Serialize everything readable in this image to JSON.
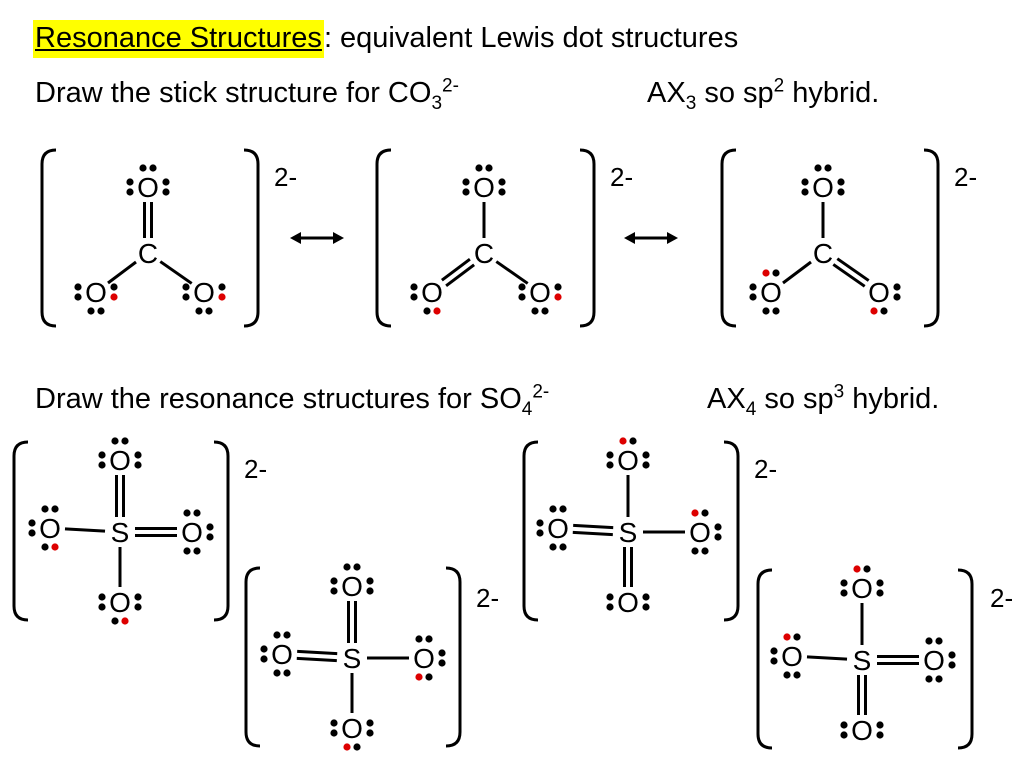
{
  "header": {
    "title_term": "Resonance Structures",
    "title_rest": ": equivalent Lewis dot structures"
  },
  "carbonate": {
    "prompt_text": "Draw the stick structure for CO",
    "prompt_sub": "3",
    "prompt_sup": "2-",
    "hybrid_prefix": "AX",
    "hybrid_sub": "3",
    "hybrid_mid": " so sp",
    "hybrid_sup": "2",
    "hybrid_suffix": " hybrid.",
    "charge": "2-",
    "central_atom": "C",
    "outer_atom": "O"
  },
  "sulfate": {
    "prompt_text": "Draw the resonance structures for SO",
    "prompt_sub": "4",
    "prompt_sup": "2-",
    "hybrid_prefix": "AX",
    "hybrid_sub": "4",
    "hybrid_mid": " so sp",
    "hybrid_sup": "3",
    "hybrid_suffix": " hybrid.",
    "charge": "2-",
    "central_atom": "S",
    "outer_atom": "O"
  },
  "colors": {
    "electron": "#000000",
    "extra_electron": "#dd0000",
    "highlight": "#ffff00"
  }
}
